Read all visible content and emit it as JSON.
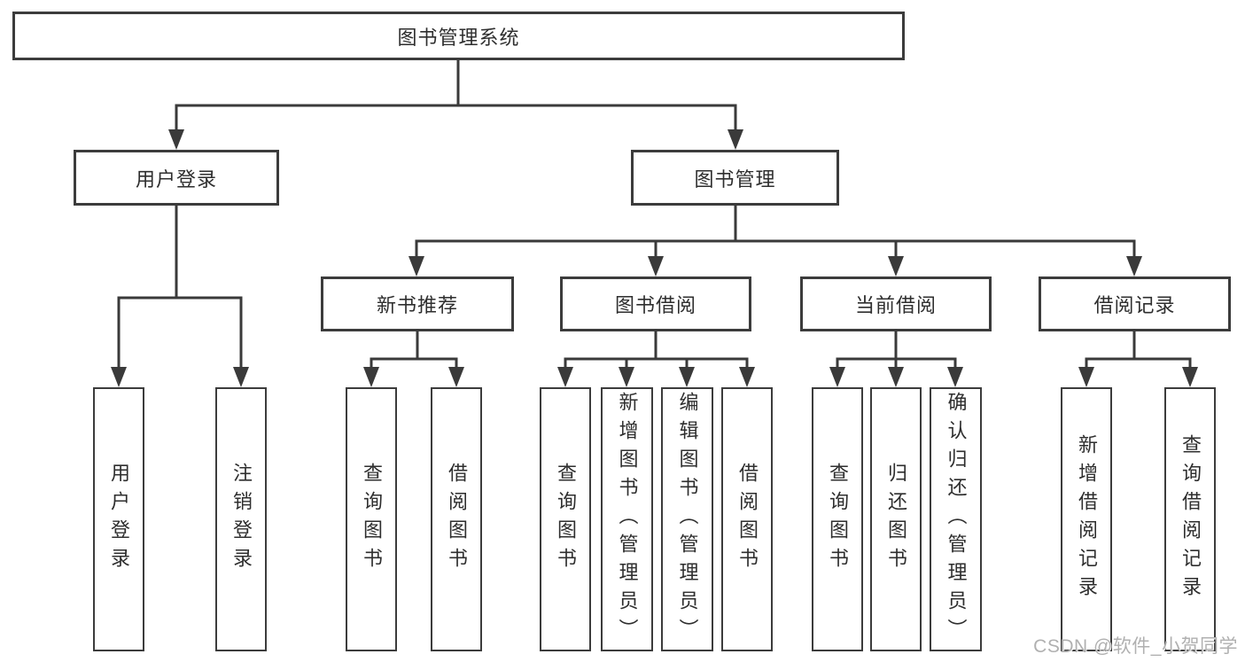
{
  "tree": {
    "label": "图书管理系统",
    "children": [
      {
        "label": "用户登录",
        "children": [
          {
            "label": "用户登录"
          },
          {
            "label": "注销登录"
          }
        ]
      },
      {
        "label": "图书管理",
        "children": [
          {
            "label": "新书推荐",
            "children": [
              {
                "label": "查询图书"
              },
              {
                "label": "借阅图书"
              }
            ]
          },
          {
            "label": "图书借阅",
            "children": [
              {
                "label": "查询图书"
              },
              {
                "label": "新增图书（管理员）"
              },
              {
                "label": "编辑图书（管理员）"
              },
              {
                "label": "借阅图书"
              }
            ]
          },
          {
            "label": "当前借阅",
            "children": [
              {
                "label": "查询图书"
              },
              {
                "label": "归还图书"
              },
              {
                "label": "确认归还（管理员）"
              }
            ]
          },
          {
            "label": "借阅记录",
            "children": [
              {
                "label": "新增借阅记录"
              },
              {
                "label": "查询借阅记录"
              }
            ]
          }
        ]
      }
    ]
  },
  "watermark": "CSDN @软件_小贺同学",
  "colors": {
    "line": "#3a3a3a",
    "border": "#3c3c3c",
    "text": "#2e2e2e",
    "watermark": "#b0b0b0",
    "background": "#ffffff"
  }
}
